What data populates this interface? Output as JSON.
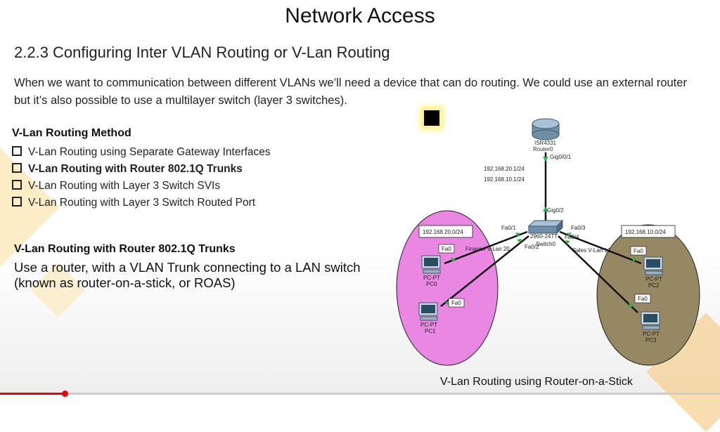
{
  "slide": {
    "title": "Network Access",
    "section_title": "2.2.3 Configuring Inter VLAN Routing or V-Lan Routing",
    "intro": "When we want to communication between different VLANs we’ll need a device that can do routing. We could use an external router but it’s also possible to use a multilayer switch (layer 3 switches).",
    "method_title": "V-Lan Routing Method",
    "methods": [
      {
        "label": "V-Lan Routing using Separate Gateway Interfaces",
        "bold": false
      },
      {
        "label": "V-Lan Routing with Router 802.1Q Trunks",
        "bold": true
      },
      {
        "label": "V-Lan Routing with Layer 3 Switch SVIs",
        "bold": false
      },
      {
        "label": "V-Lan Routing with Layer 3 Switch Routed Port",
        "bold": false
      }
    ],
    "roas_title": "V-Lan Routing with Router 802.1Q Trunks",
    "roas_desc": "Use a router, with a VLAN Trunk connecting to a LAN switch (known as router-on-a-stick, or ROAS)"
  },
  "diagram": {
    "router": {
      "model": "ISR4331",
      "name": "Router0",
      "iface": "Gig0/0/1",
      "ip1": "192.168.20.1/24",
      "ip2": "192.168.10.1/24"
    },
    "switch": {
      "model": "2960-24TT",
      "name": "Switch0",
      "uplink": "Gig0/2",
      "fa01": "Fa0/1",
      "fa02": "Fa0/2",
      "fa03": "Fa0/3",
      "fa04": "Fa0/4"
    },
    "vlan20": {
      "subnet": "192.168.20.0/24",
      "label": "Finance V-Lan 20",
      "color": "#e987e3"
    },
    "vlan10": {
      "subnet": "192.168.10.0/24",
      "label": "Sales V-Lan 10",
      "color": "#968863"
    },
    "pcs": [
      {
        "type": "PC-PT",
        "name": "PC0",
        "iface": "Fa0"
      },
      {
        "type": "PC-PT",
        "name": "PC1",
        "iface": "Fa0"
      },
      {
        "type": "PC-PT",
        "name": "PC2",
        "iface": "Fa0"
      },
      {
        "type": "PC-PT",
        "name": "PC3",
        "iface": "Fa0"
      }
    ],
    "caption": "V-Lan Routing using Router-on-a-Stick"
  },
  "player": {
    "progress": 0.09
  }
}
